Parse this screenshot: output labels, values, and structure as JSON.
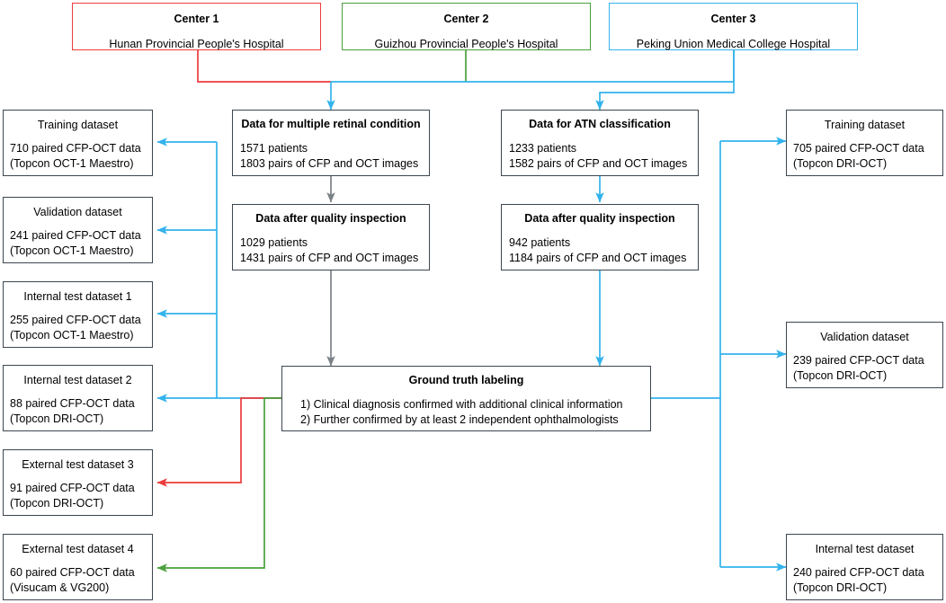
{
  "diagram": {
    "title": "Multi-center CFP-OCT dataset flowchart",
    "colors": {
      "center1": "#ec3b3b",
      "center2": "#4aa03c",
      "center3": "#33b3ec",
      "box_border": "#3c4650",
      "flow_gray": "#7b8287",
      "flow_blue": "#33b3ec"
    }
  },
  "centers": [
    {
      "title": "Center 1",
      "name": "Hunan Provincial People's Hospital",
      "color": "#ec3b3b"
    },
    {
      "title": "Center 2",
      "name": "Guizhou Provincial People's Hospital",
      "color": "#4aa03c"
    },
    {
      "title": "Center 3",
      "name": "Peking Union Medical College Hospital",
      "color": "#33b3ec"
    }
  ],
  "middle_left": [
    {
      "title": "Data for multiple retinal condition",
      "lines": [
        "1571 patients",
        "1803 pairs of CFP and OCT images"
      ]
    },
    {
      "title": "Data after quality inspection",
      "lines": [
        "1029 patients",
        "1431 pairs of CFP and OCT images"
      ]
    }
  ],
  "middle_right": [
    {
      "title": "Data for ATN classification",
      "lines": [
        "1233 patients",
        "1582 pairs of CFP and OCT images"
      ]
    },
    {
      "title": "Data after quality inspection",
      "lines": [
        "942 patients",
        "1184 pairs of CFP and OCT images"
      ]
    }
  ],
  "ground_truth": {
    "title": "Ground truth labeling",
    "lines": [
      "1) Clinical diagnosis confirmed with additional clinical information",
      "2) Further confirmed by at least 2 independent ophthalmologists"
    ]
  },
  "left_datasets": [
    {
      "title": "Training dataset",
      "lines": [
        "710 paired CFP-OCT data",
        "(Topcon OCT-1 Maestro)"
      ]
    },
    {
      "title": "Validation dataset",
      "lines": [
        "241 paired CFP-OCT data",
        "(Topcon OCT-1 Maestro)"
      ]
    },
    {
      "title": "Internal test dataset 1",
      "lines": [
        "255 paired CFP-OCT data",
        "(Topcon OCT-1 Maestro)"
      ]
    },
    {
      "title": "Internal test dataset 2",
      "lines": [
        "88 paired CFP-OCT data",
        "(Topcon DRI-OCT)"
      ]
    },
    {
      "title": "External test dataset 3",
      "lines": [
        "91 paired CFP-OCT data",
        "(Topcon DRI-OCT)"
      ]
    },
    {
      "title": "External test dataset 4",
      "lines": [
        "60 paired CFP-OCT data",
        "(Visucam & VG200)"
      ]
    }
  ],
  "right_datasets": [
    {
      "title": "Training dataset",
      "lines": [
        "705 paired CFP-OCT data",
        "(Topcon DRI-OCT)"
      ]
    },
    {
      "title": "Validation dataset",
      "lines": [
        "239 paired CFP-OCT data",
        "(Topcon DRI-OCT)"
      ]
    },
    {
      "title": "Internal test dataset",
      "lines": [
        "240 paired CFP-OCT data",
        "(Topcon DRI-OCT)"
      ]
    }
  ]
}
